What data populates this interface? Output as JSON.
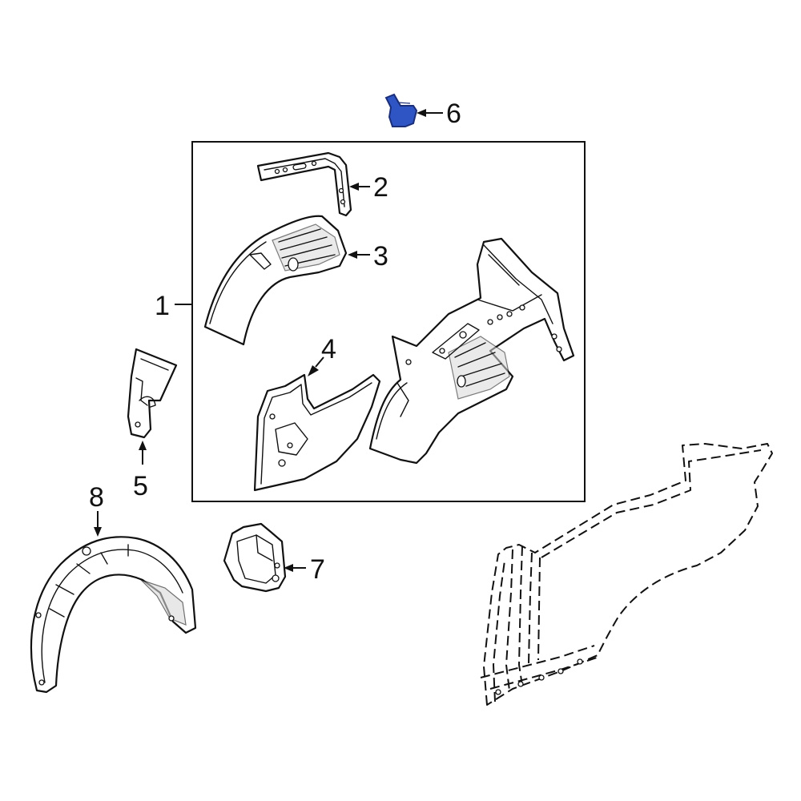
{
  "callouts": {
    "c1": "1",
    "c2": "2",
    "c3": "3",
    "c4": "4",
    "c5": "5",
    "c6": "6",
    "c7": "7",
    "c8": "8"
  },
  "colors": {
    "highlight_part": "#2f55c4",
    "highlight_edge": "#1b2e78",
    "line": "#111111"
  }
}
